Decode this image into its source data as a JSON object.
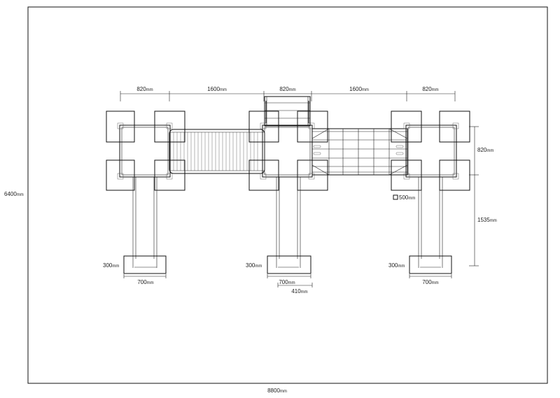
{
  "drawing": {
    "overall_width": "8800",
    "overall_height": "6400",
    "unit": "mm"
  },
  "dimensions": {
    "top": [
      {
        "value": "820",
        "unit": "mm"
      },
      {
        "value": "1600",
        "unit": "mm"
      },
      {
        "value": "820",
        "unit": "mm"
      },
      {
        "value": "1600",
        "unit": "mm"
      },
      {
        "value": "820",
        "unit": "mm"
      }
    ],
    "right_upper": {
      "value": "820",
      "unit": "mm"
    },
    "right_lower": {
      "value": "1535",
      "unit": "mm"
    },
    "post_size": {
      "value": "500",
      "unit": "mm"
    },
    "footing_heights": [
      {
        "value": "300",
        "unit": "mm"
      },
      {
        "value": "300",
        "unit": "mm"
      },
      {
        "value": "300",
        "unit": "mm"
      }
    ],
    "footing_widths": [
      {
        "value": "700",
        "unit": "mm"
      },
      {
        "value": "700",
        "unit": "mm"
      },
      {
        "value": "700",
        "unit": "mm"
      }
    ],
    "extra_offset": {
      "value": "410",
      "unit": "mm"
    }
  },
  "components": {
    "left_module": "tower",
    "tunnel": "tube-bridge",
    "center_module": "tower-with-ladder",
    "net_bridge": "net-bridge",
    "right_module": "tower"
  }
}
